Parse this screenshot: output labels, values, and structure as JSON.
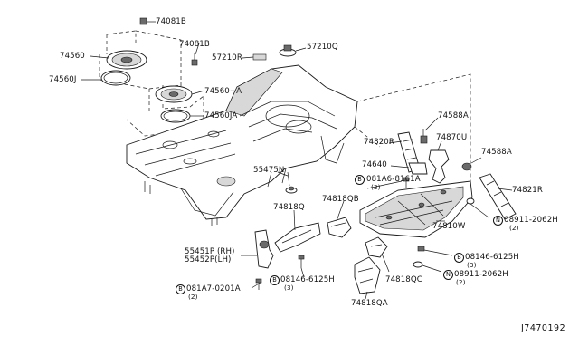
{
  "diagram_code": "J7470192",
  "labels": {
    "p74081b_top": "74081B",
    "p74081b_mid": "74081B",
    "p74560": "74560",
    "p74560j": "74560J",
    "p74560a": "74560+A",
    "p74560ja": "74560JA",
    "p57210r": "57210R",
    "p57210q": "57210Q",
    "p74588a_top": "74588A",
    "p74820r": "74820R",
    "p74870u": "74870U",
    "p74588a_right": "74588A",
    "p74640": "74640",
    "p74821r": "74821R",
    "p55475n": "55475N",
    "p081a6": "081A6-8161A",
    "p081a6_qty": "(3)",
    "p74818qb": "74818QB",
    "p74818q": "74818Q",
    "p74810w": "74810W",
    "p08911_right": "08911-2062H",
    "p08911_right_qty": "(2)",
    "p55451p": "55451P (RH)",
    "p55452p": "55452P(LH)",
    "p08146_right": "08146-6125H",
    "p08146_right_qty": "(3)",
    "p08911_bottom": "08911-2062H",
    "p08911_bottom_qty": "(2)",
    "p08146_mid": "08146-6125H",
    "p08146_mid_qty": "(3)",
    "p081a7": "081A7-0201A",
    "p081a7_qty": "(2)",
    "p74818qc": "74818QC",
    "p74818qa": "74818QA"
  },
  "markers": {
    "b_081a6": "B",
    "b_08146_right": "B",
    "n_08911_right": "N",
    "n_08911_bottom": "N",
    "b_08146_mid": "B",
    "b_081a7": "B"
  }
}
